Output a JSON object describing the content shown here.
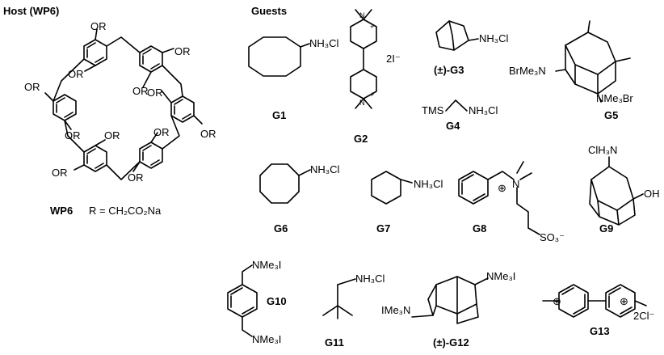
{
  "headers": {
    "host": "Host (WP6)",
    "guests": "Guests"
  },
  "host": {
    "substituent": "OR",
    "caption": "WP6",
    "r_definition": "R = CH₂CO₂Na"
  },
  "guests": [
    {
      "id": "G1",
      "caption": "G1",
      "label": "NH₃Cl"
    },
    {
      "id": "G2",
      "caption": "G2",
      "label": "2I⁻"
    },
    {
      "id": "G3",
      "caption": "(±)-G3",
      "label": "NH₃Cl"
    },
    {
      "id": "G4",
      "caption": "G4",
      "label": "TMS",
      "label2": "NH₃Cl"
    },
    {
      "id": "G5",
      "caption": "G5",
      "label": "BrMe₃N",
      "label2": "NMe₃Br"
    },
    {
      "id": "G6",
      "caption": "G6",
      "label": "NH₃Cl"
    },
    {
      "id": "G7",
      "caption": "G7",
      "label": "NH₃Cl"
    },
    {
      "id": "G8",
      "caption": "G8",
      "label": "N",
      "label2": "SO₃⁻"
    },
    {
      "id": "G9",
      "caption": "G9",
      "label": "ClH₃N",
      "label2": "OH"
    },
    {
      "id": "G10",
      "caption": "G10",
      "label": "NMe₃I",
      "label2": "NMe₃I"
    },
    {
      "id": "G11",
      "caption": "G11",
      "label": "NH₃Cl"
    },
    {
      "id": "G12",
      "caption": "(±)-G12",
      "label": "NMe₃I",
      "label2": "IMe₃N"
    },
    {
      "id": "G13",
      "caption": "G13",
      "label": "2Cl⁻"
    }
  ],
  "atoms": {
    "n": "N",
    "plus": "+",
    "plus_circled": "⊕"
  }
}
